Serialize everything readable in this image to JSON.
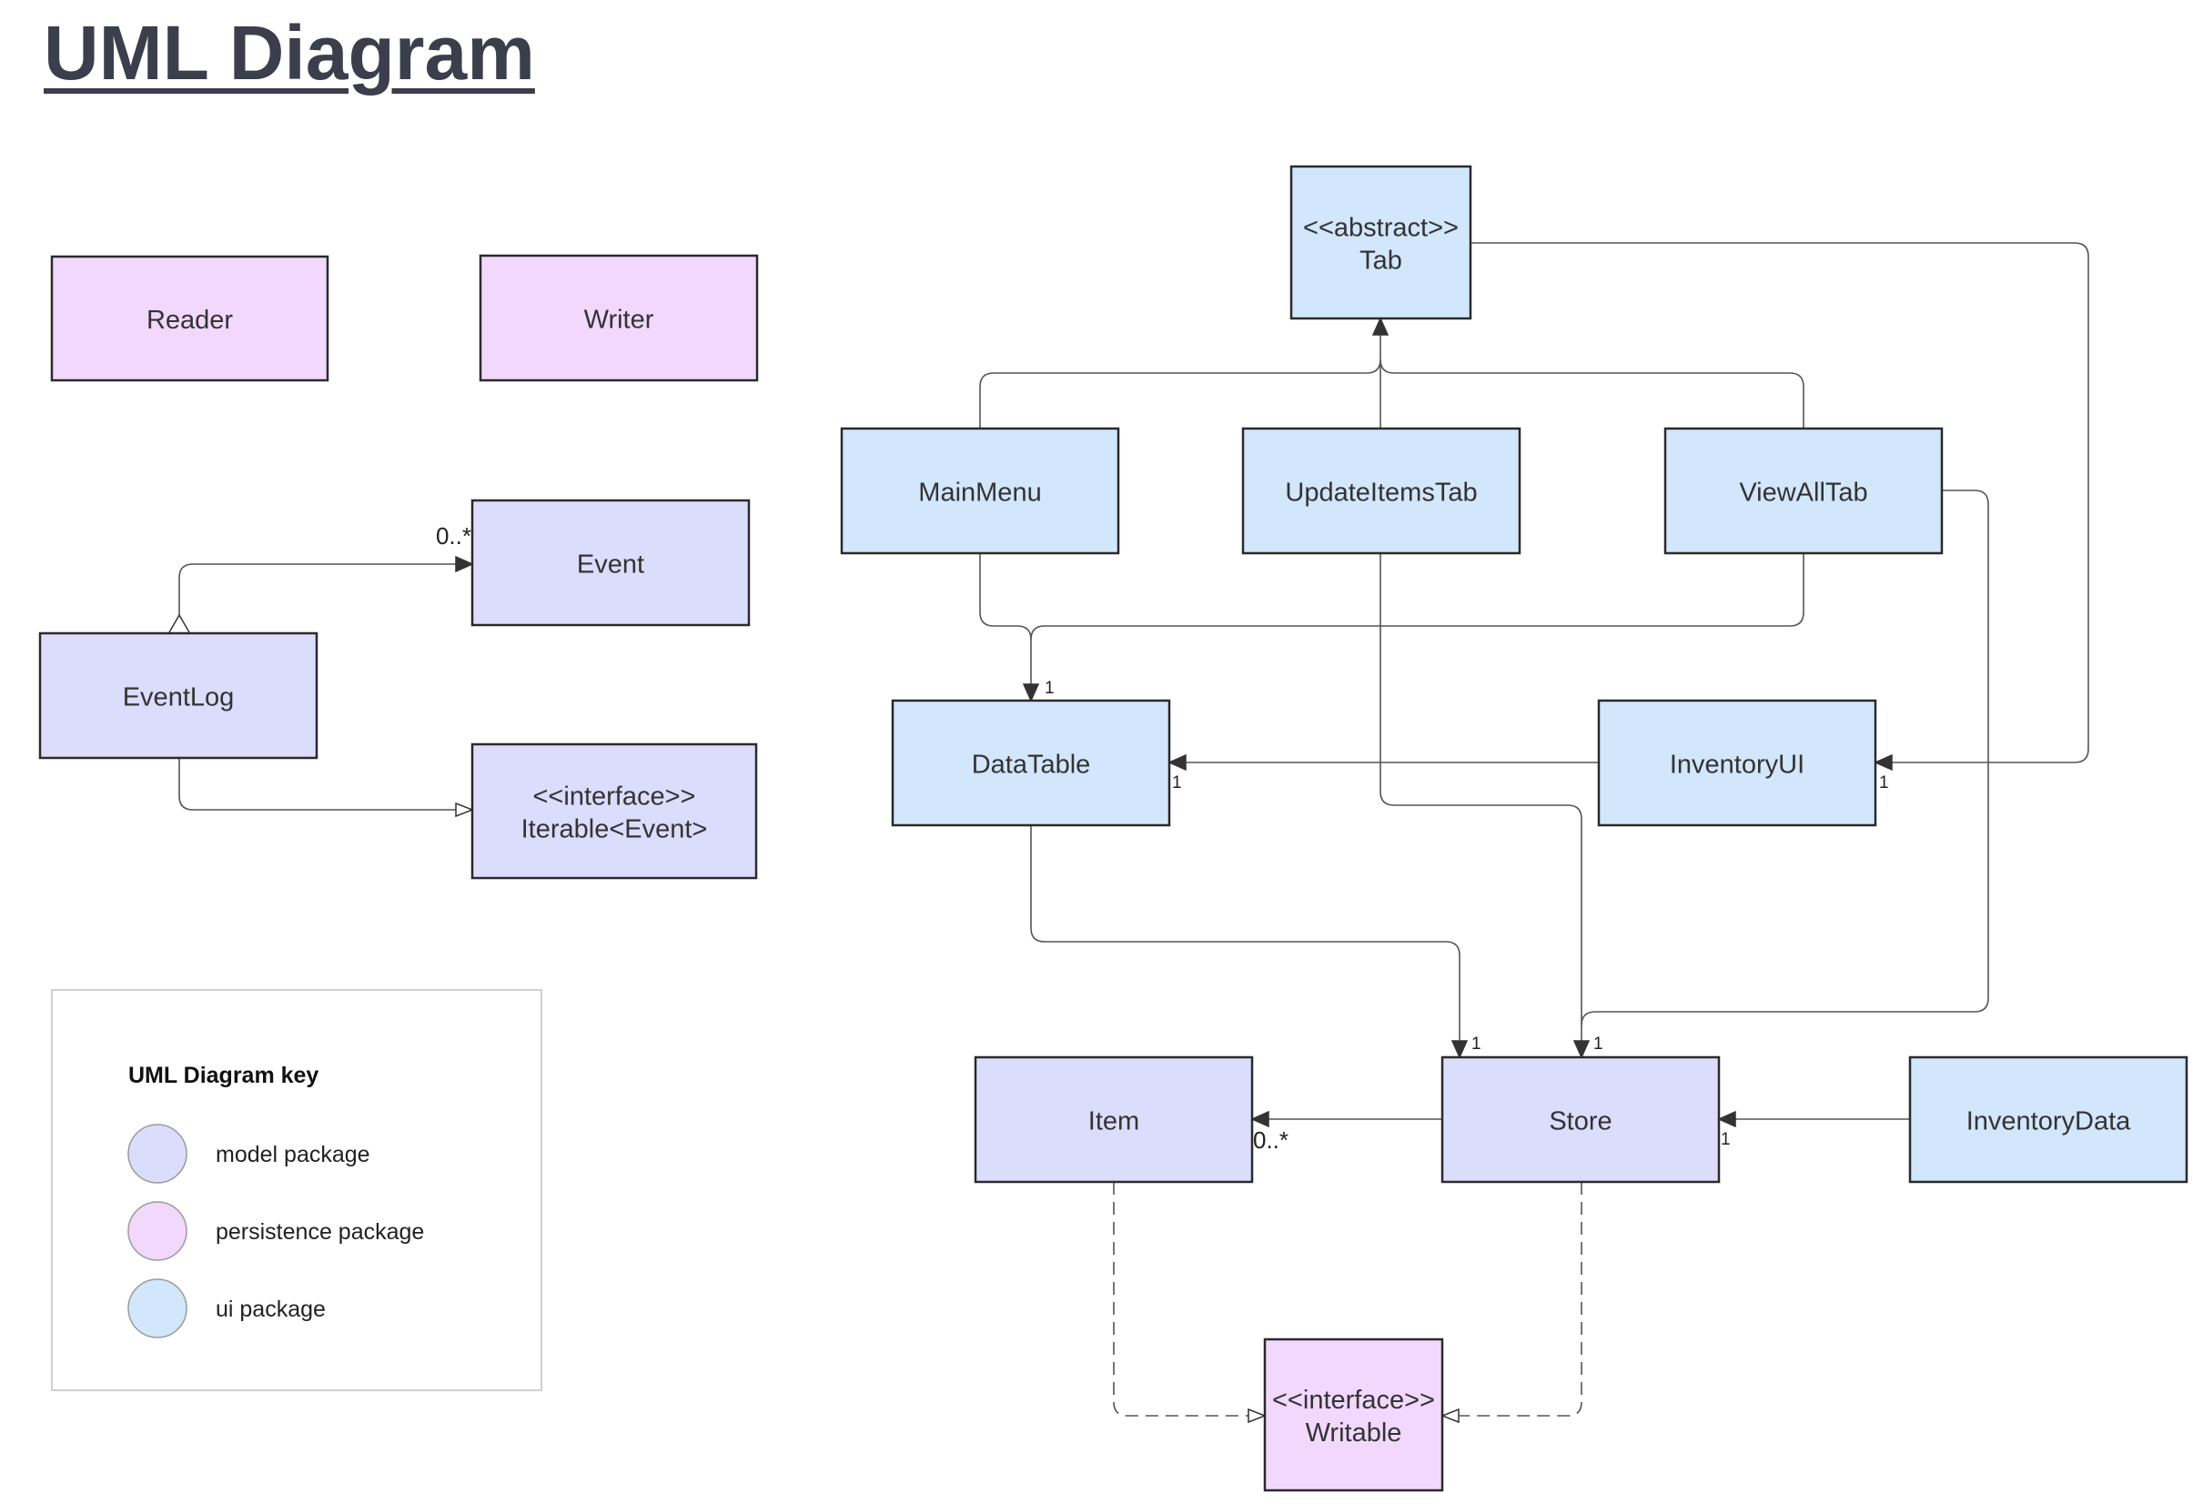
{
  "title": "UML Diagram",
  "colors": {
    "model": "#dcdcfc",
    "persistence": "#f2d8fc",
    "ui": "#d2e6fc",
    "stroke": "#2a2a2a",
    "line": "#555555",
    "text": "#333333"
  },
  "classes": [
    {
      "id": "reader",
      "lines": [
        "Reader"
      ],
      "pkg": "persistence"
    },
    {
      "id": "writer",
      "lines": [
        "Writer"
      ],
      "pkg": "persistence"
    },
    {
      "id": "event",
      "lines": [
        "Event"
      ],
      "pkg": "model"
    },
    {
      "id": "eventlog",
      "lines": [
        "EventLog"
      ],
      "pkg": "model"
    },
    {
      "id": "iterable",
      "lines": [
        "<<interface>>",
        "Iterable<Event>"
      ],
      "pkg": "model"
    },
    {
      "id": "tab",
      "lines": [
        "<<abstract>>",
        "Tab"
      ],
      "pkg": "ui"
    },
    {
      "id": "mainmenu",
      "lines": [
        "MainMenu"
      ],
      "pkg": "ui"
    },
    {
      "id": "updateitemstab",
      "lines": [
        "UpdateItemsTab"
      ],
      "pkg": "ui"
    },
    {
      "id": "viewalltab",
      "lines": [
        "ViewAllTab"
      ],
      "pkg": "ui"
    },
    {
      "id": "datatable",
      "lines": [
        "DataTable"
      ],
      "pkg": "ui"
    },
    {
      "id": "inventoryui",
      "lines": [
        "InventoryUI"
      ],
      "pkg": "ui"
    },
    {
      "id": "item",
      "lines": [
        "Item"
      ],
      "pkg": "model"
    },
    {
      "id": "store",
      "lines": [
        "Store"
      ],
      "pkg": "model"
    },
    {
      "id": "inventorydata",
      "lines": [
        "InventoryData"
      ],
      "pkg": "ui"
    },
    {
      "id": "writable",
      "lines": [
        "<<interface>>",
        "Writable"
      ],
      "pkg": "persistence"
    }
  ],
  "relations": [
    {
      "from": "eventlog",
      "to": "event",
      "kind": "aggregation",
      "multiplicity": "0..*"
    },
    {
      "from": "eventlog",
      "to": "iterable",
      "kind": "realization"
    },
    {
      "from": "mainmenu",
      "to": "tab",
      "kind": "generalization"
    },
    {
      "from": "updateitemstab",
      "to": "tab",
      "kind": "generalization"
    },
    {
      "from": "viewalltab",
      "to": "tab",
      "kind": "generalization"
    },
    {
      "from": "tab",
      "to": "inventoryui",
      "kind": "aggregation",
      "multiplicity": "1"
    },
    {
      "from": "mainmenu",
      "to": "datatable",
      "kind": "association",
      "multiplicity": "1"
    },
    {
      "from": "viewalltab",
      "to": "datatable",
      "kind": "association",
      "multiplicity": "1"
    },
    {
      "from": "inventoryui",
      "to": "datatable",
      "kind": "aggregation",
      "multiplicity": "1"
    },
    {
      "from": "updateitemstab",
      "to": "store",
      "kind": "aggregation",
      "multiplicity": "1"
    },
    {
      "from": "viewalltab",
      "to": "store",
      "kind": "aggregation",
      "multiplicity": "1"
    },
    {
      "from": "datatable",
      "to": "store",
      "kind": "aggregation",
      "multiplicity": "1"
    },
    {
      "from": "store",
      "to": "item",
      "kind": "aggregation",
      "multiplicity": "0..*"
    },
    {
      "from": "inventorydata",
      "to": "store",
      "kind": "association",
      "multiplicity": "1"
    },
    {
      "from": "item",
      "to": "writable",
      "kind": "realization"
    },
    {
      "from": "store",
      "to": "writable",
      "kind": "realization"
    }
  ],
  "key": {
    "title": "UML Diagram key",
    "items": [
      {
        "label": "model package",
        "pkg": "model"
      },
      {
        "label": "persistence package",
        "pkg": "persistence"
      },
      {
        "label": "ui package",
        "pkg": "ui"
      }
    ]
  }
}
